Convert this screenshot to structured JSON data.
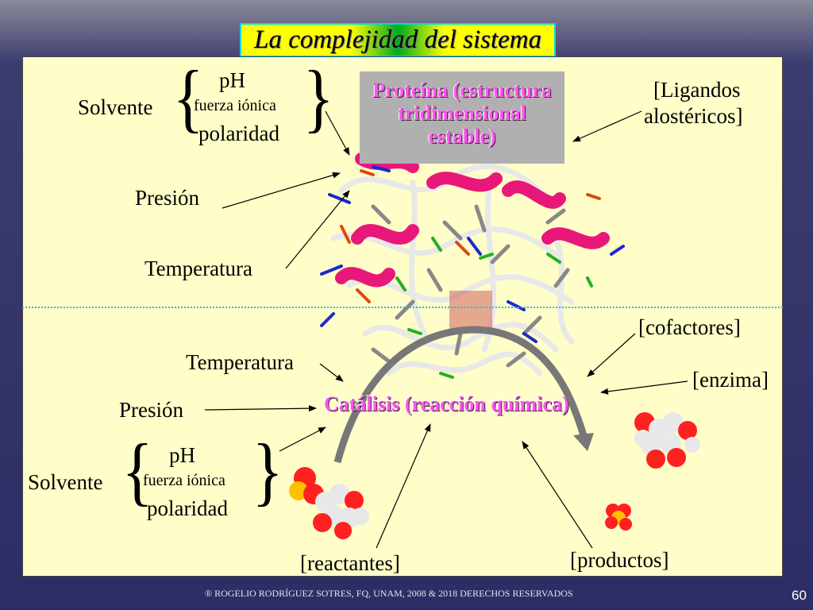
{
  "title": "La complejidad del sistema",
  "top": {
    "solvente": "Solvente",
    "ph": "pH",
    "fuerza_ionica": "fuerza iónica",
    "polaridad": "polaridad",
    "presion": "Presión",
    "temperatura": "Temperatura",
    "ligandos_line1": "[Ligandos",
    "ligandos_line2": "alostéricos]",
    "protein_line1": "Proteína (estructura",
    "protein_line2": "tridimensional",
    "protein_line3": "estable)"
  },
  "bottom": {
    "temperatura": "Temperatura",
    "presion": "Presión",
    "solvente": "Solvente",
    "ph": "pH",
    "fuerza_ionica": "fuerza iónica",
    "polaridad": "polaridad",
    "cofactores": "[cofactores]",
    "enzima": "[enzima]",
    "catalisis": "Catálisis (reacción química)",
    "reactantes": "[reactantes]",
    "productos": "[productos]"
  },
  "footer": "® ROGELIO RODRÍGUEZ SOTRES, FQ, UNAM, 2008 &  2018 DERECHOS RESERVADOS",
  "page_number": "60",
  "colors": {
    "panel": "#fffec8",
    "title_bg": "#ffff00",
    "title_border": "#00d8e8",
    "accent_text": "#ff55ee",
    "divider": "#22b8f0"
  }
}
